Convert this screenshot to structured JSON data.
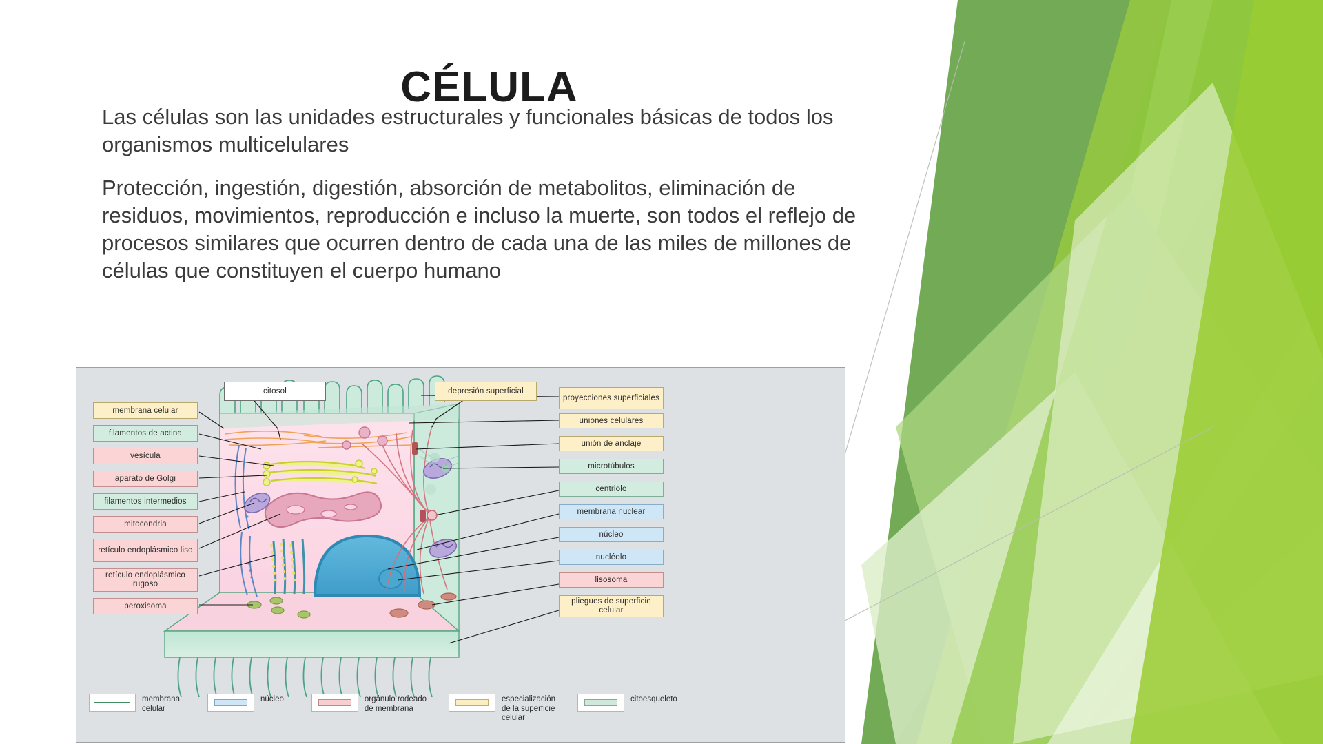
{
  "slide": {
    "title": "CÉLULA",
    "paragraphs": [
      "Las células son las unidades estructurales y funcionales básicas de todos los organismos multicelulares",
      "Protección, ingestión, digestión, absorción de metabolitos, eliminación de residuos, movimientos, reproducción e incluso la muerte, son todos el reflejo de procesos similares que ocurren dentro de cada una de las miles de millones de células que constituyen el cuerpo humano"
    ]
  },
  "theme": {
    "background": "#ffffff",
    "text_color": "#3b3b3b",
    "title_color": "#1c1c1c",
    "accent_green_dark": "#5f9e3f",
    "accent_green_mid": "#7cb342",
    "accent_green_light": "#aed581",
    "accent_green_pale": "#dcedc8",
    "diagram_background": "#dde1e4"
  },
  "diagram": {
    "top_callouts": [
      {
        "text": "citosol",
        "style": "white"
      },
      {
        "text": "depresión superficial",
        "style": "yellow"
      }
    ],
    "left_labels": [
      {
        "text": "membrana celular",
        "style": "yellow"
      },
      {
        "text": "filamentos de actina",
        "style": "green"
      },
      {
        "text": "vesícula",
        "style": "pink"
      },
      {
        "text": "aparato de Golgi",
        "style": "pink"
      },
      {
        "text": "filamentos intermedios",
        "style": "green"
      },
      {
        "text": "mitocondria",
        "style": "pink"
      },
      {
        "text": "retículo endoplásmico liso",
        "style": "pink"
      },
      {
        "text": "retículo endoplásmico rugoso",
        "style": "pink"
      },
      {
        "text": "peroxisoma",
        "style": "pink"
      }
    ],
    "right_labels": [
      {
        "text": "proyecciones superficiales",
        "style": "yellow"
      },
      {
        "text": "uniones celulares",
        "style": "yellow"
      },
      {
        "text": "unión de anclaje",
        "style": "yellow"
      },
      {
        "text": "microtúbulos",
        "style": "green"
      },
      {
        "text": "centriolo",
        "style": "green"
      },
      {
        "text": "membrana nuclear",
        "style": "blue"
      },
      {
        "text": "núcleo",
        "style": "blue"
      },
      {
        "text": "nucléolo",
        "style": "blue"
      },
      {
        "text": "lisosoma",
        "style": "pink"
      },
      {
        "text": "pliegues de superficie celular",
        "style": "yellow"
      }
    ],
    "legend": [
      {
        "text": "membrana\ncelular",
        "swatch": "line-green"
      },
      {
        "text": "núcleo",
        "swatch": "fill-blue"
      },
      {
        "text": "orgánulo rodeado\nde membrana",
        "swatch": "fill-pink"
      },
      {
        "text": "especialización\nde la superficie\ncelular",
        "swatch": "fill-yellow"
      },
      {
        "text": "citoesqueleto",
        "swatch": "fill-green"
      }
    ]
  }
}
